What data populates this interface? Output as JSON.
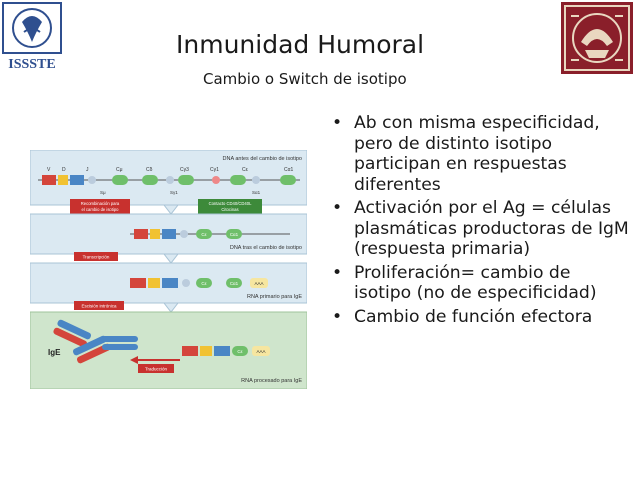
{
  "slide": {
    "title": "Inmunidad Humoral",
    "subtitle": "Cambio o Switch de isotipo",
    "bullets": [
      "Ab con misma especificidad, pero de distinto isotipo participan en respuestas diferentes",
      "Activación por el Ag = células plasmáticas productoras de IgM (respuesta primaria)",
      "Proliferación= cambio de isotipo (no de especificidad)",
      "Cambio de función efectora"
    ]
  },
  "logos": {
    "left_text": "ISSSTE"
  },
  "figure": {
    "panel1_title": "DNA antes del cambio de isotipo",
    "gene_labels": [
      "V",
      "D",
      "J",
      "Cμ",
      "Cδ",
      "Cγ3",
      "Cγ1",
      "Cε",
      "Cα1"
    ],
    "switch_labels": [
      "Sμ",
      "Sγ1",
      "Sα1"
    ],
    "recombination_label": "Recombinación para el cambio de isotipo",
    "contact_label": "Contacto CD40/CD40L Citocinas",
    "panel2_title": "DNA tras el cambio de isotipo",
    "panel2_genes": [
      "Cε",
      "Cα1"
    ],
    "transcription_label": "Transcripción",
    "panel3_title": "RNA primario para IgE",
    "panel3_genes": [
      "Cε",
      "Cα1"
    ],
    "poly_a": "AAA",
    "splicing_label": "Escisión intrónica",
    "ige_label": "IgE",
    "translation_label": "Traducción",
    "panel4_title": "RNA procesado para IgE",
    "panel4_gene": "Cε",
    "colors": {
      "panel_bg": "#dbe9f2",
      "panel4_bg": "#cfe5cc",
      "red_label": "#c8312e",
      "green_label": "#3d8a3a",
      "gene_green": "#6fbf6a",
      "v_red": "#d4453b",
      "d_yellow": "#f1c232",
      "j_blue": "#4a86c5"
    }
  }
}
